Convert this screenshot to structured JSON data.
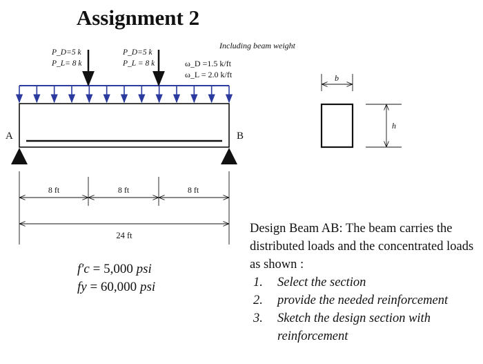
{
  "title": "Assignment 2",
  "loads": {
    "note": "Including beam weight",
    "point_load_1": {
      "dead": "P_D=5 k",
      "live": "P_L= 8 k"
    },
    "point_load_2": {
      "dead": "P_D=5 k",
      "live": "P_L = 8 k"
    },
    "distributed_dead": "ω_D =1.5 k/ft",
    "distributed_live": "ω_L = 2.0 k/ft"
  },
  "supports": {
    "left": "A",
    "right": "B"
  },
  "dimensions": {
    "span_1": "8 ft",
    "span_2": "8 ft",
    "span_3": "8 ft",
    "total": "24 ft"
  },
  "section": {
    "width": "b",
    "height": "h"
  },
  "materials": {
    "fc": {
      "symbol": "f′c",
      "value": "= 5,000",
      "unit": "psi"
    },
    "fy": {
      "symbol": "fy",
      "value": "= 60,000",
      "unit": "psi"
    }
  },
  "description": {
    "intro": "Design Beam AB: The beam carries the distributed loads and the concentrated loads as shown :",
    "steps": [
      {
        "num": "1.",
        "text": "Select the section"
      },
      {
        "num": "2.",
        "text": "provide the needed reinforcement"
      },
      {
        "num": "3.",
        "text": "Sketch the design section with reinforcement"
      }
    ]
  },
  "colors": {
    "distributed_load": "#2a3a9e",
    "ink": "#111111"
  }
}
